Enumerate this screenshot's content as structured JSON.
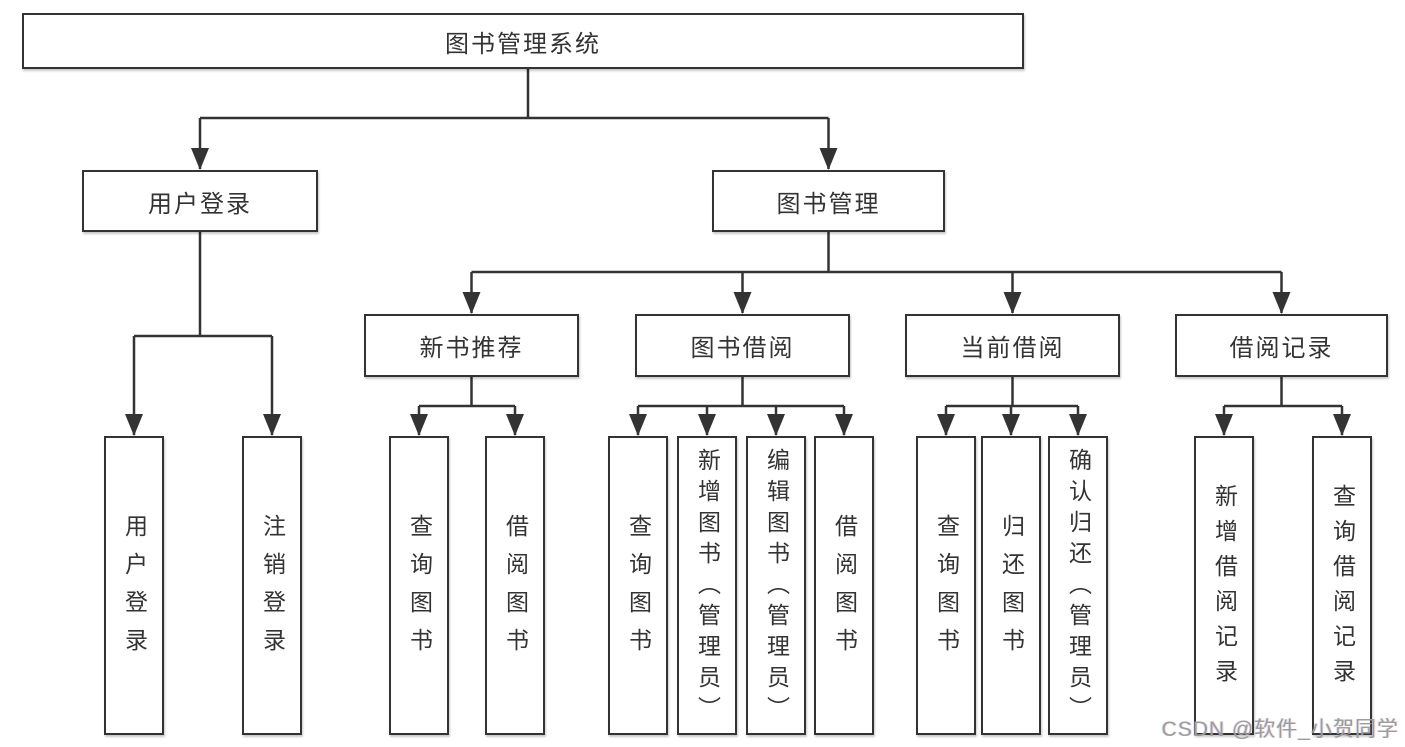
{
  "tree": {
    "label": "图书管理系统",
    "children": [
      {
        "label": "用户登录",
        "children": [
          {
            "label": "用户登录"
          },
          {
            "label": "注销登录"
          }
        ]
      },
      {
        "label": "图书管理",
        "children": [
          {
            "label": "新书推荐",
            "children": [
              {
                "label": "查询图书"
              },
              {
                "label": "借阅图书"
              }
            ]
          },
          {
            "label": "图书借阅",
            "children": [
              {
                "label": "查询图书"
              },
              {
                "label": "新增图书（管理员）"
              },
              {
                "label": "编辑图书（管理员）"
              },
              {
                "label": "借阅图书"
              }
            ]
          },
          {
            "label": "当前借阅",
            "children": [
              {
                "label": "查询图书"
              },
              {
                "label": "归还图书"
              },
              {
                "label": "确认归还（管理员）"
              }
            ]
          },
          {
            "label": "借阅记录",
            "children": [
              {
                "label": "新增借阅记录"
              },
              {
                "label": "查询借阅记录"
              }
            ]
          }
        ]
      }
    ]
  },
  "watermark": "CSDN @软件_小贺同学",
  "colors": {
    "line": "#333333",
    "text": "#333333",
    "watermark": "#9c9c9c",
    "background": "#ffffff"
  }
}
